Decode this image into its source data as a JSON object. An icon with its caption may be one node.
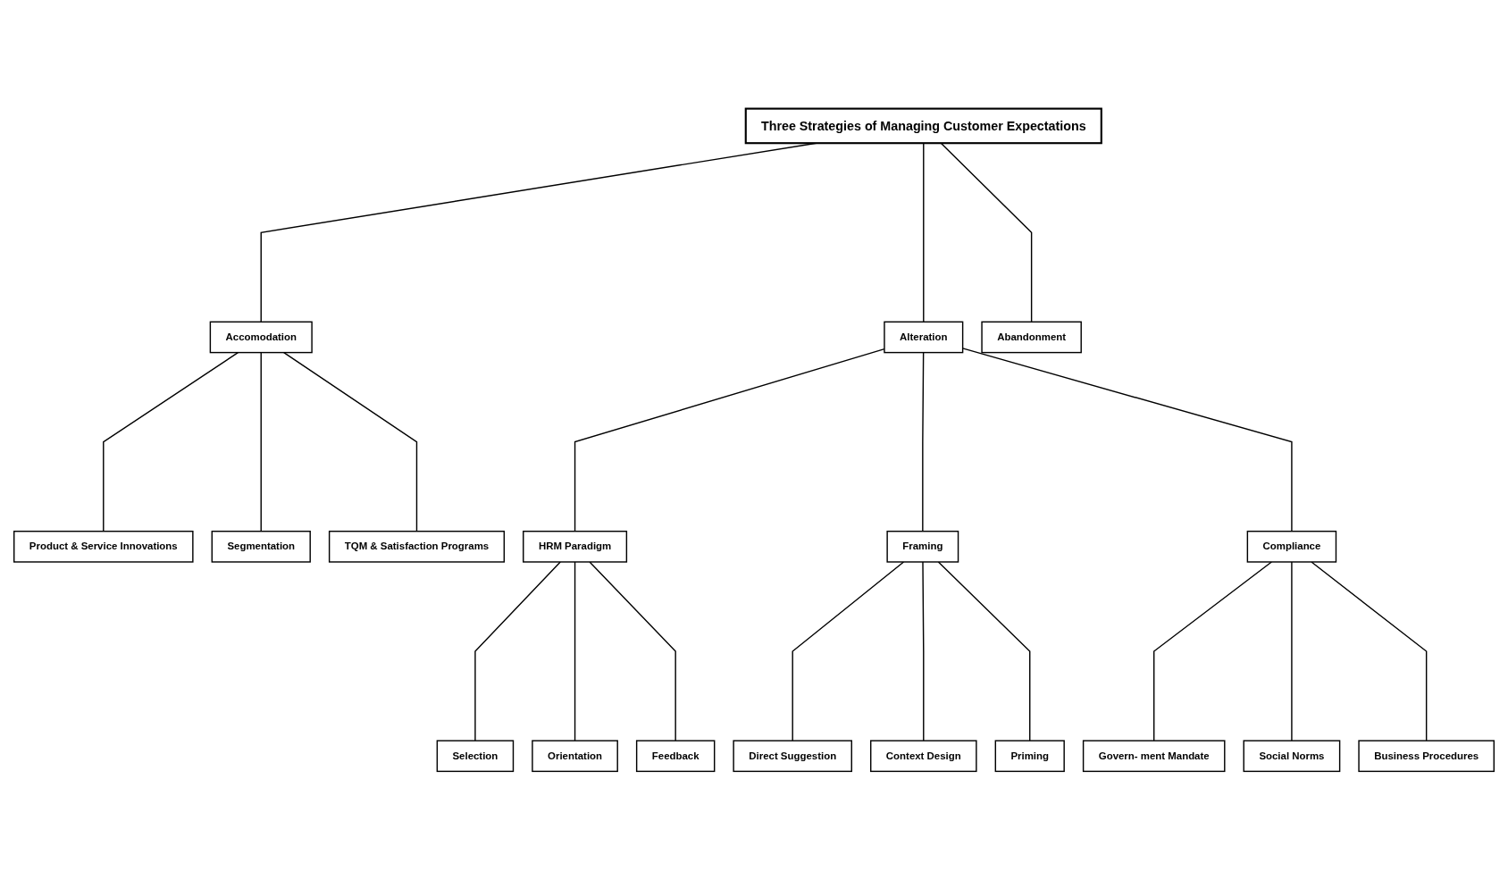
{
  "diagram": {
    "nodes": [
      {
        "text": [
          "Three Strategies of Managing Customer Expectations"
        ]
      },
      {
        "text": [
          "Accomodation"
        ]
      },
      {
        "text": [
          "Alteration"
        ]
      },
      {
        "text": [
          "Abandonment"
        ]
      },
      {
        "text": [
          "Product & Service Innovations"
        ]
      },
      {
        "text": [
          "Segmentation"
        ]
      },
      {
        "text": [
          "TQM & Satisfaction Programs"
        ]
      },
      {
        "text": [
          "HRM Paradigm"
        ]
      },
      {
        "text": [
          "Framing"
        ]
      },
      {
        "text": [
          "Compliance"
        ]
      },
      {
        "text": [
          "Selection"
        ]
      },
      {
        "text": [
          "Orientation"
        ]
      },
      {
        "text": [
          "Feedback"
        ]
      },
      {
        "text": [
          "Direct Suggestion"
        ]
      },
      {
        "text": [
          "Context Design"
        ]
      },
      {
        "text": [
          "Priming"
        ]
      },
      {
        "text": [
          "Govern- ment Mandate"
        ]
      },
      {
        "text": [
          "Social Norms"
        ]
      },
      {
        "text": [
          "Business Procedures"
        ]
      }
    ],
    "edges": [
      {
        "from": 0,
        "to": 1,
        "arrow": "none"
      },
      {
        "from": 0,
        "to": 2,
        "arrow": "none"
      },
      {
        "from": 0,
        "to": 3,
        "arrow": "none"
      },
      {
        "from": 1,
        "to": 4,
        "arrow": "none"
      },
      {
        "from": 1,
        "to": 5,
        "arrow": "none"
      },
      {
        "from": 1,
        "to": 6,
        "arrow": "none"
      },
      {
        "from": 2,
        "to": 7,
        "arrow": "none"
      },
      {
        "from": 2,
        "to": 8,
        "arrow": "none"
      },
      {
        "from": 2,
        "to": 9,
        "arrow": "none"
      },
      {
        "from": 7,
        "to": 10,
        "arrow": "none"
      },
      {
        "from": 7,
        "to": 11,
        "arrow": "none"
      },
      {
        "from": 7,
        "to": 12,
        "arrow": "none"
      },
      {
        "from": 8,
        "to": 13,
        "arrow": "none"
      },
      {
        "from": 8,
        "to": 14,
        "arrow": "none"
      },
      {
        "from": 8,
        "to": 15,
        "arrow": "none"
      },
      {
        "from": 9,
        "to": 16,
        "arrow": "none"
      },
      {
        "from": 9,
        "to": 17,
        "arrow": "none"
      },
      {
        "from": 9,
        "to": 18,
        "arrow": "none"
      }
    ]
  }
}
